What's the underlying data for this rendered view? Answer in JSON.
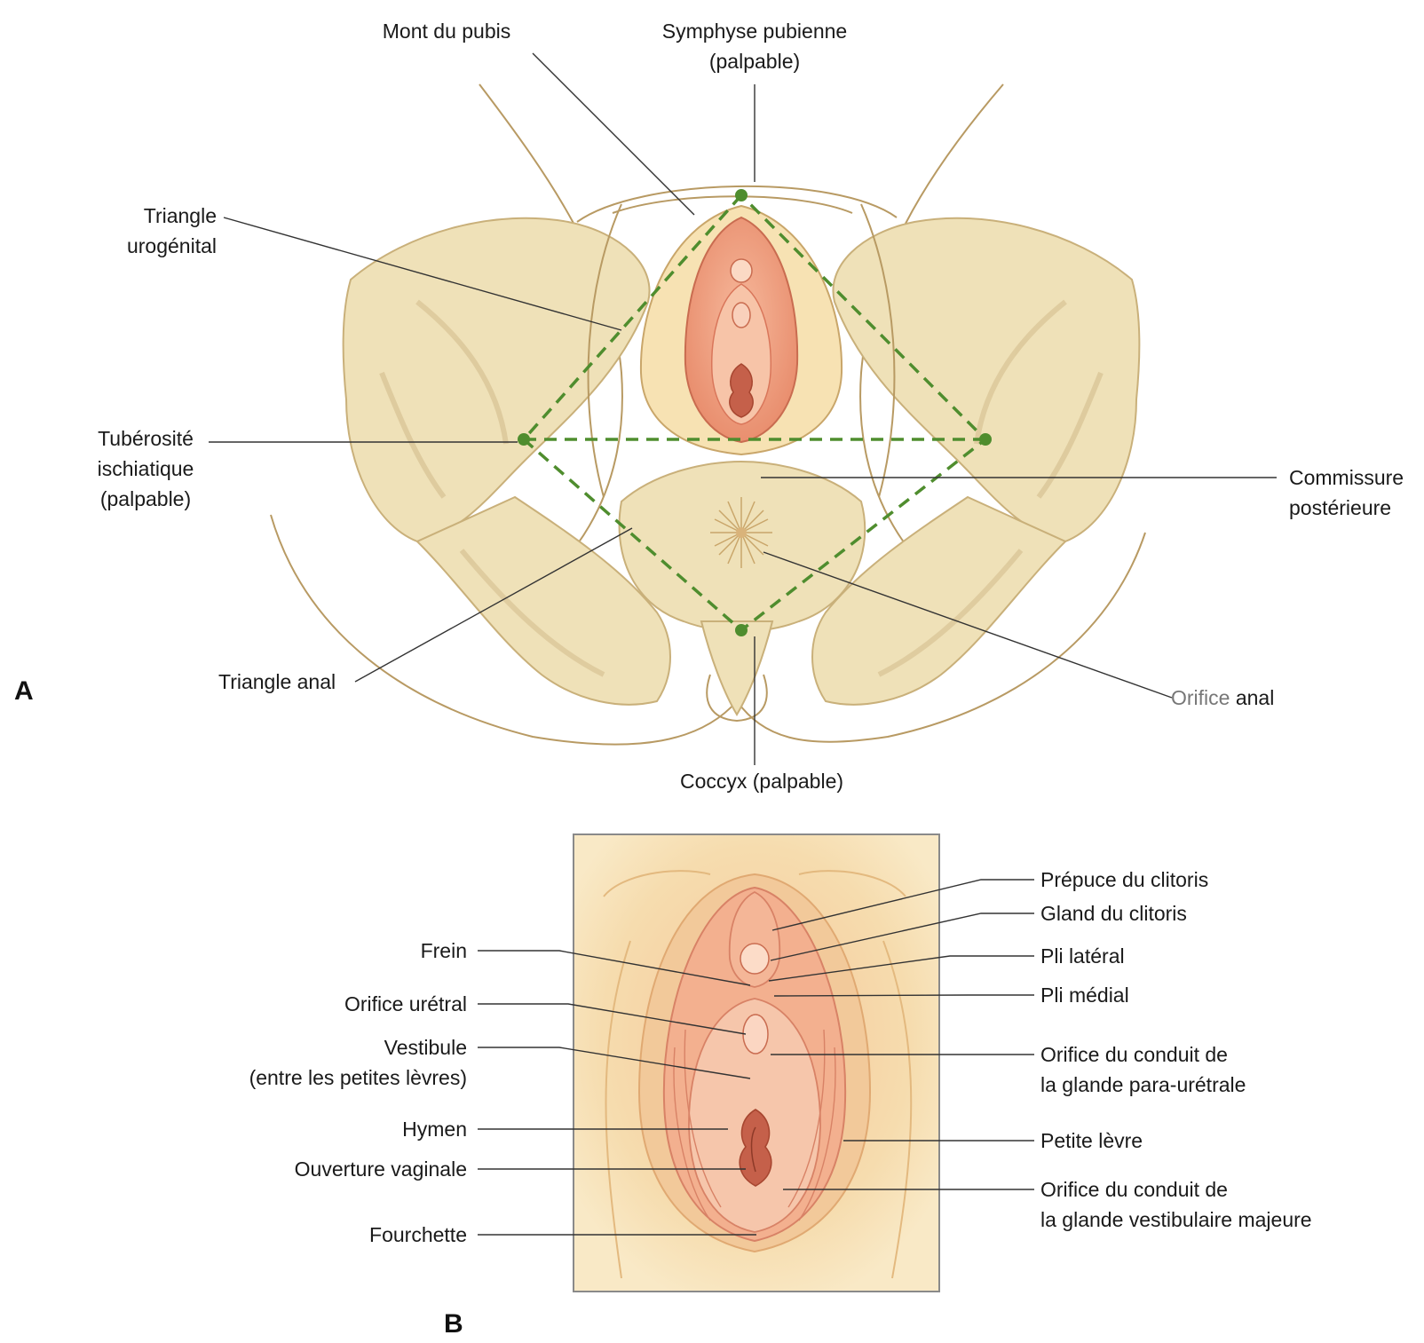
{
  "panels": {
    "a": "A",
    "b": "B"
  },
  "colors": {
    "outline": "#b89a63",
    "bone": "#efe1b8",
    "bone_shadow": "#d8c394",
    "skin": "#f7e2b3",
    "skin_dark": "#e9c489",
    "tissue": "#f2ab8c",
    "tissue_dark": "#d9765a",
    "opening": "#b8543c",
    "triangle": "#4f8d2e",
    "leader": "#333333",
    "frame": "#8a8a8a"
  },
  "figure_a": {
    "labels": {
      "mont_pubis": "Mont du pubis",
      "symphyse_1": "Symphyse pubienne",
      "symphyse_2": "(palpable)",
      "tri_uro_1": "Triangle",
      "tri_uro_2": "urogénital",
      "tuberosite_1": "Tubérosité",
      "tuberosite_2": "ischiatique",
      "tuberosite_3": "(palpable)",
      "commissure_1": "Commissure",
      "commissure_2": "postérieure",
      "tri_anal": "Triangle anal",
      "orifice_anal_1": "Orifice",
      "orifice_anal_2": "anal",
      "coccyx": "Coccyx (palpable)"
    }
  },
  "figure_b": {
    "labels": {
      "frein": "Frein",
      "orifice_uretral": "Orifice urétral",
      "vestibule_1": "Vestibule",
      "vestibule_2": "(entre les petites lèvres)",
      "hymen": "Hymen",
      "ouverture_vag": "Ouverture vaginale",
      "fourchette": "Fourchette",
      "prepuce": "Prépuce du clitoris",
      "gland": "Gland du clitoris",
      "pli_lateral": "Pli latéral",
      "pli_medial": "Pli médial",
      "para_uretral_1": "Orifice du conduit de",
      "para_uretral_2": "la glande para-urétrale",
      "petite_levre": "Petite lèvre",
      "vestibulaire_1": "Orifice du conduit de",
      "vestibulaire_2": "la glande vestibulaire majeure"
    }
  }
}
